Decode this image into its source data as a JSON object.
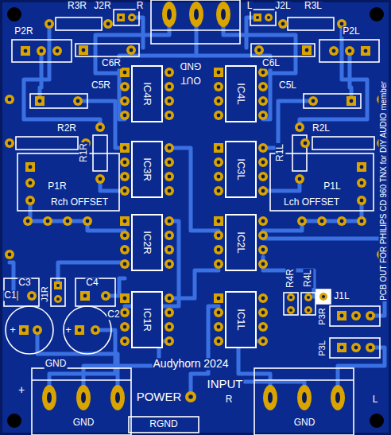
{
  "diagram": {
    "nodes": [
      {
        "text": [
          "IC4R"
        ]
      },
      {
        "text": [
          "IC4L"
        ]
      },
      {
        "text": [
          "IC3R"
        ]
      },
      {
        "text": [
          "IC3L"
        ]
      },
      {
        "text": [
          "IC2R"
        ]
      },
      {
        "text": [
          "IC2L"
        ]
      },
      {
        "text": [
          "IC1R"
        ]
      },
      {
        "text": [
          "IC1L"
        ]
      }
    ],
    "labels": [
      "R3R",
      "J2R",
      "R",
      "L",
      "J2L",
      "R3L",
      "P2R",
      "P2L",
      "C6R",
      "C6L",
      "GND",
      "OUT",
      "C5R",
      "C5L",
      "R2R",
      "R2L",
      "R1R",
      "R1L",
      "P1R",
      "Rch OFFSET",
      "P1L",
      "Lch OFFSET",
      "C3",
      "C4",
      "J1R",
      "C1",
      "C2",
      "+",
      "+",
      "GND",
      "R4R",
      "R4L",
      "J1L",
      "P3R",
      "P3L",
      "Audyhorn 2024",
      "POWER",
      "INPUT",
      "R",
      "L",
      "+",
      "GND",
      "RGND",
      "GND",
      "PCB OUT FOR PHILIPS CD 960 TNX for DIY AUDIO member"
    ]
  }
}
